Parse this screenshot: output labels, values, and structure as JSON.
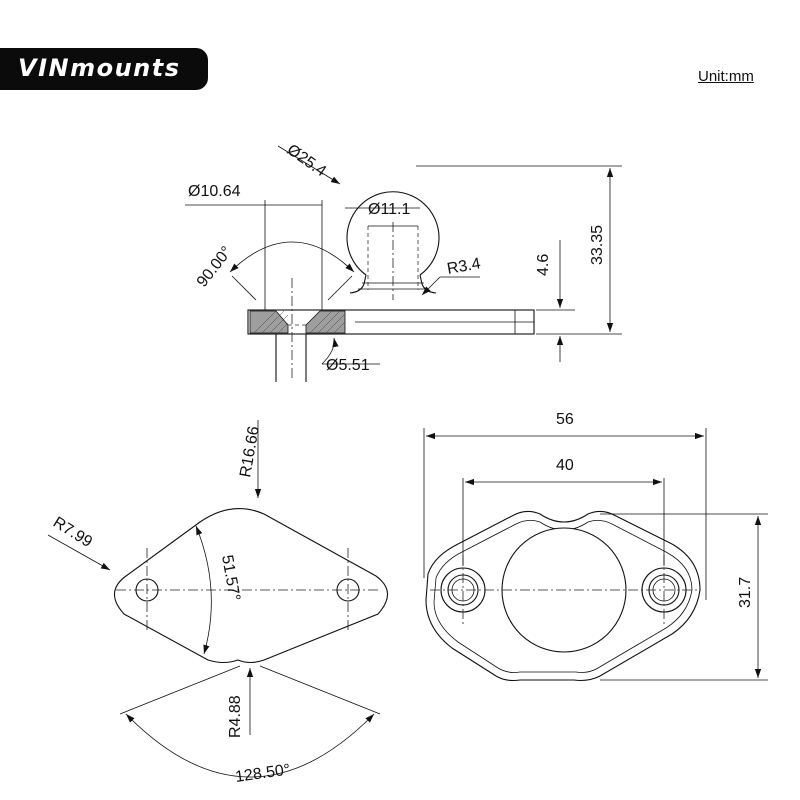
{
  "brand": {
    "logo_text": "VINmounts"
  },
  "unit_label": "Unit:mm",
  "side_view": {
    "ball_diameter": "Ø25.4",
    "countersink_diameter": "Ø10.64",
    "neck_diameter": "Ø11.1",
    "countersink_angle": "90.00°",
    "fillet_radius": "R3.4",
    "base_thickness": "4.6",
    "total_height": "33.35",
    "hole_diameter": "Ø5.51"
  },
  "outline_view": {
    "arc_radius": "R16.66",
    "end_radius": "R7.99",
    "top_angle": "51.57°",
    "notch_radius": "R4.88",
    "notch_angle": "128.50°"
  },
  "top_view": {
    "overall_length": "56",
    "hole_spacing": "40",
    "width": "31.7"
  }
}
